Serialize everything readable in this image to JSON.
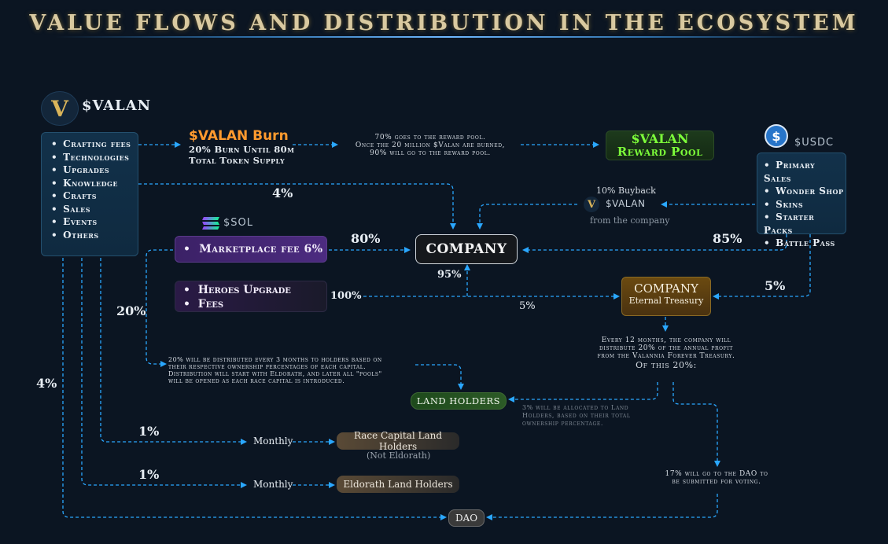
{
  "title": "VALUE FLOWS AND DISTRIBUTION IN THE ECOSYSTEM",
  "valan": {
    "logo_letter": "V",
    "label": "$VALAN",
    "items": [
      "Crafting fees",
      "Technologies",
      "Upgrades",
      "Knowledge",
      "Crafts",
      "Sales",
      "Events",
      "Others"
    ]
  },
  "burn": {
    "title": "$VALAN Burn",
    "line1": "20% Burn Until 80m",
    "line2": "Total Token Supply"
  },
  "reward_note": {
    "line1": "70% goes to the reward pool.",
    "line2": "Once the 20 million $Valan are burned,",
    "line3": "90% will go to the reward pool."
  },
  "reward_pool": {
    "line1": "$VALAN",
    "line2": "Reward Pool"
  },
  "usdc": {
    "label": "$USDC",
    "items": [
      "Primary Sales",
      "Wonder Shop",
      "Skins",
      "Starter Packs",
      "Battle Pass"
    ]
  },
  "buyback": {
    "line1": "10% Buyback",
    "token": "$VALAN",
    "line3": "from the company"
  },
  "sol": {
    "label": "$SOL"
  },
  "marketplace": {
    "label": "Marketplace fee 6%"
  },
  "heroes": {
    "items": [
      "Heroes Upgrade",
      "Fees"
    ]
  },
  "company": {
    "label": "COMPANY"
  },
  "treasury": {
    "line1": "COMPANY",
    "line2": "Eternal Treasury"
  },
  "percentages": {
    "p4_company": "4%",
    "p80": "80%",
    "p85": "85%",
    "p95": "95%",
    "p100": "100%",
    "p5_left": "5%",
    "p5_right": "5%",
    "p20": "20%",
    "p4_dao": "4%",
    "p1_race": "1%",
    "p1_eldorath": "1%"
  },
  "treasury_note": {
    "line1": "Every 12 months, the company will",
    "line2": "distribute 20% of the annual profit",
    "line3": "from the Valannia Forever Treasury.",
    "line4": "Of this 20%:"
  },
  "land_note": {
    "line1": "20% will be distributed every 3 months to holders based on",
    "line2": "their respective ownership percentages of each capital.",
    "line3": "Distribution will start with Eldorath, and later all \"pools\"",
    "line4": "will be opened as each race capital is introduced."
  },
  "land_holders": {
    "label": "LAND HOLDERS"
  },
  "land_alloc_note": {
    "line1": "3% will be allocated to Land",
    "line2": "Holders, based on their total",
    "line3": "ownership percentage."
  },
  "dao_note": {
    "line1": "17% will go to the DAO to",
    "line2": "be submitted for voting."
  },
  "monthly_1": "Monthly",
  "monthly_2": "Monthly",
  "race_capital": {
    "line1": "Race Capital Land Holders",
    "line2": "(Not Eldorath)"
  },
  "eldorath": {
    "label": "Eldorath Land Holders"
  },
  "dao": {
    "label": "DAO"
  },
  "colors": {
    "arrow": "#2aa7ff",
    "burn_orange": "#ff9a2e",
    "reward_green": "#7dff3a",
    "marketplace_purple": "#4a2a7a",
    "treasury_gold": "#6b4a10"
  }
}
